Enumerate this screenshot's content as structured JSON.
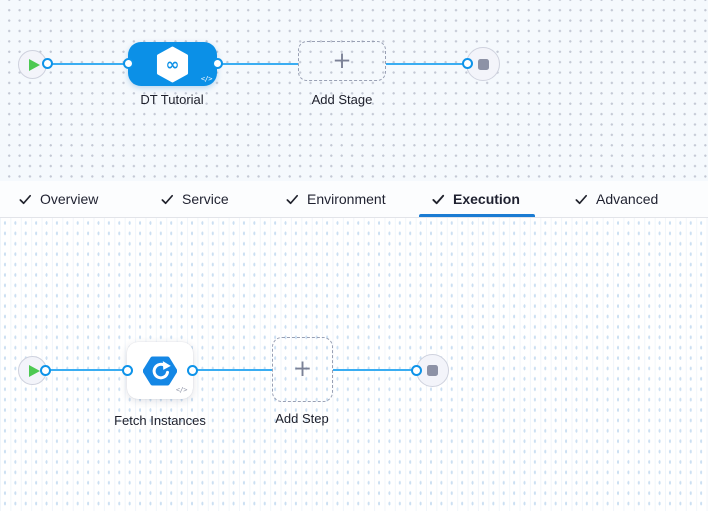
{
  "stage_graph": {
    "stage_label": "DT Tutorial",
    "add_stage_label": "Add Stage"
  },
  "tab_bar": {
    "active_tab": "Execution",
    "tabs": [
      {
        "label": "Overview",
        "checked": true
      },
      {
        "label": "Service",
        "checked": true
      },
      {
        "label": "Environment",
        "checked": true
      },
      {
        "label": "Execution",
        "checked": true,
        "active": true
      },
      {
        "label": "Advanced",
        "checked": true
      }
    ]
  },
  "execution_graph": {
    "step_label": "Fetch Instances",
    "add_step_label": "Add Step"
  },
  "icons": {
    "plus": "+",
    "code_badge": "</>",
    "infinity": "∞"
  },
  "colors": {
    "node_blue": "#0b90e7",
    "edge_blue": "#3aadf2",
    "tab_underline_blue": "#1b7cd3",
    "play_green": "#4dc952",
    "stop_gray": "#8d92a6",
    "canvas_top_bg": "#f5f9fd"
  }
}
